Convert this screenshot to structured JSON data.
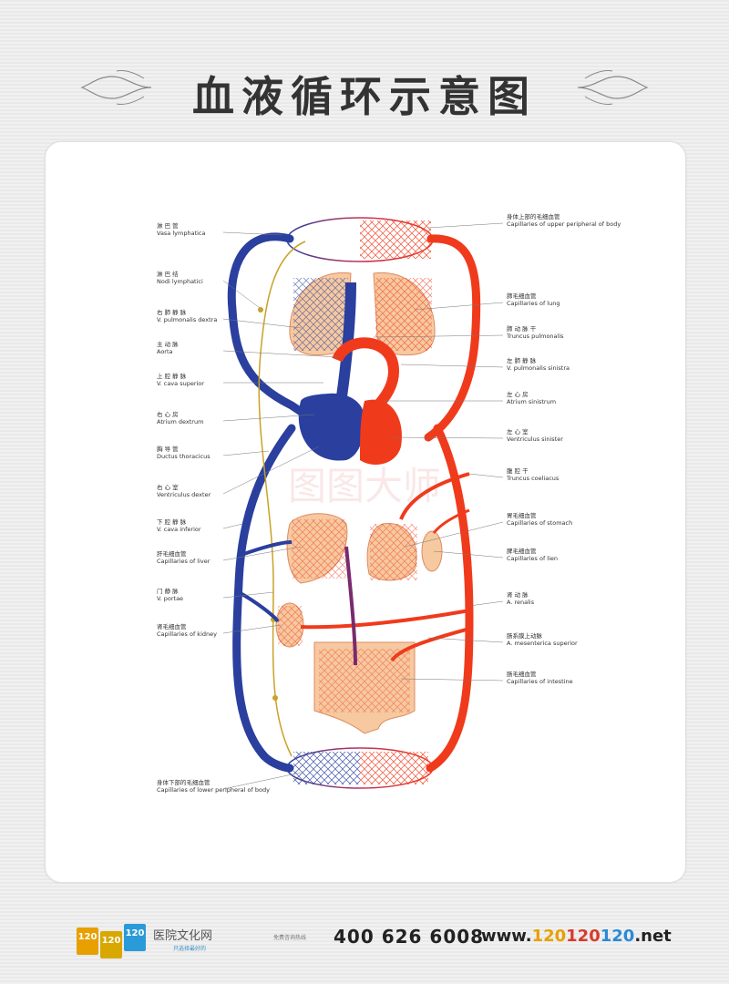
{
  "title": "血液循环示意图",
  "labels_left": [
    {
      "cn": "淋 巴 管",
      "la": "Vasa lymphatica"
    },
    {
      "cn": "淋 巴 结",
      "la": "Nodi lymphatici"
    },
    {
      "cn": "右 肺 静 脉",
      "la": "V. pulmonalis dextra"
    },
    {
      "cn": "主 动 脉",
      "la": "Aorta"
    },
    {
      "cn": "上 腔 静 脉",
      "la": "V. cava superior"
    },
    {
      "cn": "右 心 房",
      "la": "Atrium dextrum"
    },
    {
      "cn": "胸 导 管",
      "la": "Ductus thoracicus"
    },
    {
      "cn": "右 心 室",
      "la": "Ventriculus dexter"
    },
    {
      "cn": "下 腔 静 脉",
      "la": "V. cava inferior"
    },
    {
      "cn": "肝毛细血管",
      "la": "Capillaries of liver"
    },
    {
      "cn": "门 静 脉",
      "la": "V. portae"
    },
    {
      "cn": "肾毛细血管",
      "la": "Capillaries of kidney"
    },
    {
      "cn": "身体下部的毛细血管",
      "la": "Capillaries of lower peripheral of body"
    }
  ],
  "labels_right": [
    {
      "cn": "身体上部的毛细血管",
      "la": "Capillaries of upper peripheral of body"
    },
    {
      "cn": "肺毛细血管",
      "la": "Capillaries of lung"
    },
    {
      "cn": "肺 动 脉 干",
      "la": "Truncus pulmonalis"
    },
    {
      "cn": "左 肺 静 脉",
      "la": "V. pulmonalis sinistra"
    },
    {
      "cn": "左 心 房",
      "la": "Atrium sinistrum"
    },
    {
      "cn": "左 心 室",
      "la": "Ventriculus sinister"
    },
    {
      "cn": "腹 腔 干",
      "la": "Truncus coeliacus"
    },
    {
      "cn": "胃毛细血管",
      "la": "Capillaries of stomach"
    },
    {
      "cn": "脾毛细血管",
      "la": "Capillaries of lien"
    },
    {
      "cn": "肾 动 脉",
      "la": "A. renalis"
    },
    {
      "cn": "肠系膜上动脉",
      "la": "A. mesenterica superior"
    },
    {
      "cn": "肠毛细血管",
      "la": "Capillaries of intestine"
    }
  ],
  "watermark": "图图大师",
  "footer": {
    "logo_text": "120",
    "brand": "医院文化网",
    "brand_sub": "只选择最好的",
    "hotline_label": "免费咨询热线",
    "hotline": "400 626 6008",
    "url_prefix": "www.",
    "url_1": "120",
    "url_2": "120",
    "url_3": "120",
    "url_suffix": ".net"
  },
  "colors": {
    "artery": "#f03a1c",
    "vein": "#2a3f9e",
    "lymph": "#c9a227",
    "organ_fill": "#f6c9a0"
  },
  "icons": [
    "ornament-swirl-icon",
    "logo-120-icon"
  ]
}
